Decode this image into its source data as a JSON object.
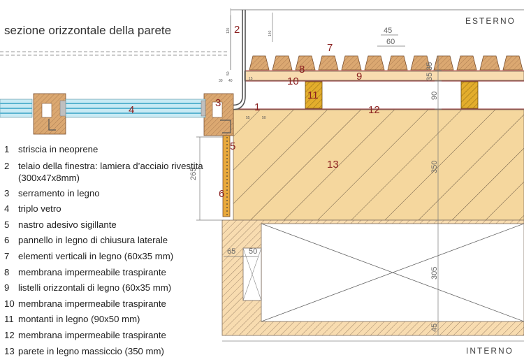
{
  "title": "sezione orizzontale della parete",
  "sides": {
    "outside": "ESTERNO",
    "inside": "INTERNO"
  },
  "legend": [
    {
      "num": "1",
      "text": "striscia in neoprene"
    },
    {
      "num": "2",
      "text": "telaio della finestra: lamiera d’acciaio rivestita (300x47x8mm)"
    },
    {
      "num": "3",
      "text": "serramento in legno"
    },
    {
      "num": "4",
      "text": "triplo vetro"
    },
    {
      "num": "5",
      "text": "nastro adesivo sigillante"
    },
    {
      "num": "6",
      "text": "pannello in legno di chiusura laterale"
    },
    {
      "num": "7",
      "text": "elementi verticali in legno (60x35 mm)"
    },
    {
      "num": "8",
      "text": "membrana impermeabile traspirante"
    },
    {
      "num": "9",
      "text": "listelli orizzontali di legno (60x35 mm)"
    },
    {
      "num": "10",
      "text": "membrana impermeabile traspirante"
    },
    {
      "num": "11",
      "text": "montanti in legno (90x50 mm)"
    },
    {
      "num": "12",
      "text": "membrana impermeabile traspirante"
    },
    {
      "num": "13",
      "text": "parete in legno massiccio (350 mm)"
    }
  ],
  "callouts": [
    "1",
    "2",
    "3",
    "4",
    "5",
    "6",
    "7",
    "8",
    "9",
    "10",
    "11",
    "12",
    "13"
  ],
  "dimensions": {
    "slat_width": "45",
    "slat_spacing": "60",
    "dim_35": "35",
    "dim_35b": "35",
    "dim_90": "90",
    "dim_350": "350",
    "dim_265": "265",
    "dim_305": "305",
    "dim_45": "45",
    "dim_65": "65",
    "dim_50": "50",
    "small_120": "120",
    "small_140": "140",
    "small_50": "50",
    "small_15": "15",
    "small_30": "30",
    "small_40": "40",
    "small_55": "55",
    "small_50b": "50"
  },
  "colors": {
    "wood": "#f5d79e",
    "wood_dark": "#dba871",
    "stud": "#e3ad2c",
    "glass": "#8fcfe3",
    "callout": "#8a1f1f",
    "line": "#7a6a5a"
  }
}
